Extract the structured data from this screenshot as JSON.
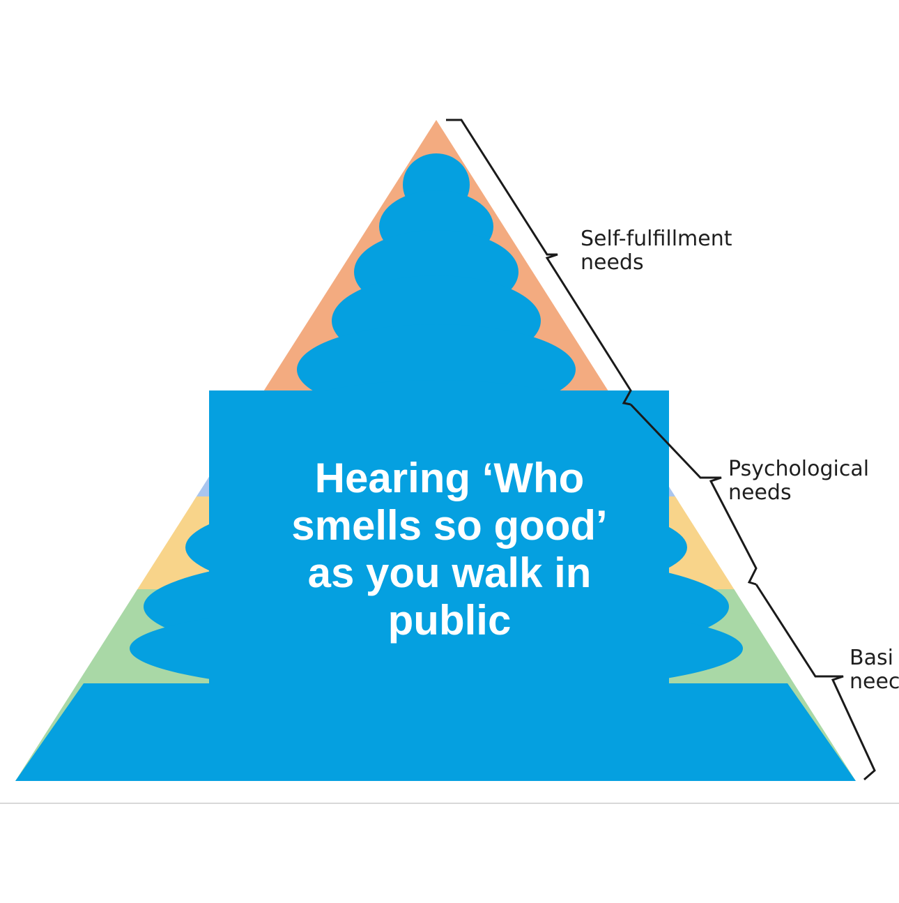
{
  "pyramid": {
    "tiers": [
      {
        "name": "self-fulfillment",
        "color": "#F3AB80",
        "lines": [
          "Self-fulfillment",
          "needs"
        ]
      },
      {
        "name": "psychological",
        "color": "#A9C5EE",
        "lines": [
          "Psychological",
          "needs"
        ]
      },
      {
        "name": "basic",
        "color": "#F8D48A",
        "lines": [
          "Basi",
          "neec"
        ]
      }
    ],
    "band_colors": [
      "#F3AB80",
      "#A9C5EE",
      "#F8D48A",
      "#A9D8A6"
    ],
    "overlay_color": "#05A0E0",
    "bracket_color": "#1a1a1a"
  },
  "caption": {
    "lines": [
      "Hearing ‘Who",
      "smells so good’",
      "as you walk in",
      "public"
    ]
  }
}
